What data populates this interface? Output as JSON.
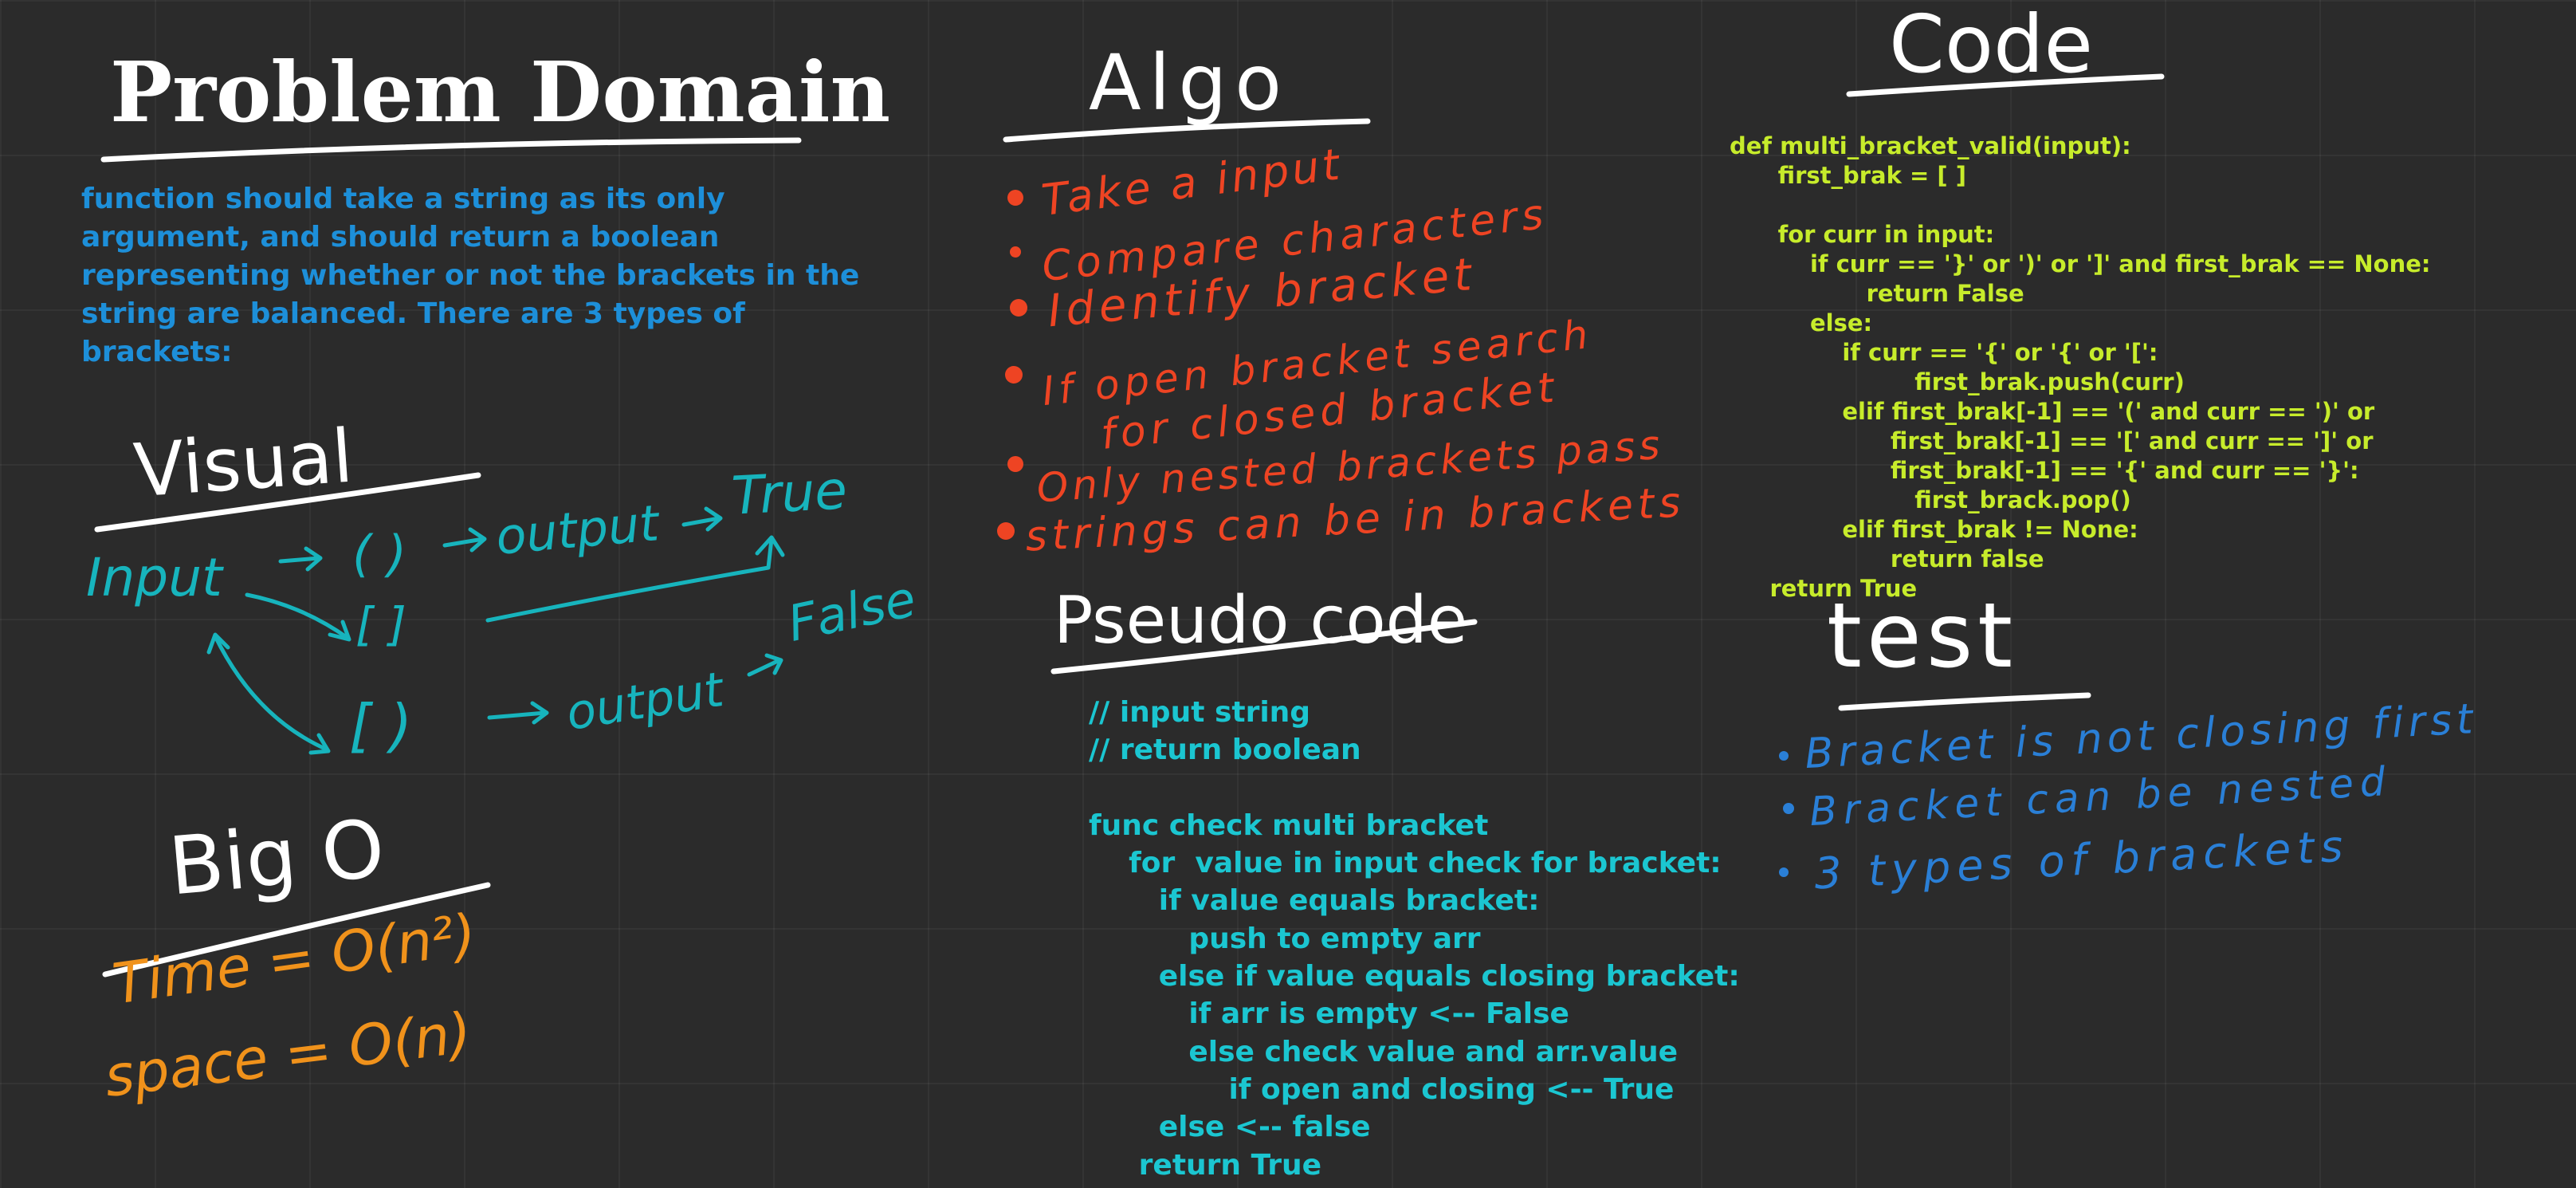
{
  "colors": {
    "background": "#2b2b2b",
    "title": "#ffffff",
    "problem_text": "#1d8fd9",
    "algo_ink": "#ee4423",
    "code_text": "#c7ec2b",
    "pseudo_text": "#1bc6d1",
    "visual_ink": "#17b4bd",
    "bigo_ink": "#f0921b",
    "test_ink": "#2a7fd6"
  },
  "sections": {
    "problem_domain": {
      "title": "Problem Domain",
      "description": "function should take a string as its only argument, and should return a boolean representing whether or not the brackets in the string are balanced. There are 3 types of brackets:"
    },
    "visual": {
      "title": "Visual",
      "input": "Input",
      "round_brackets": "( )",
      "square_brackets": "[ ]",
      "mismatched_brackets": "[ )",
      "output_true": "output",
      "true_label": "True",
      "output_false": "output",
      "false_label": "False"
    },
    "big_o": {
      "title": "Big O",
      "time": "Time = O(n²)",
      "space": "space = O(n)"
    },
    "algo": {
      "title": "Algo",
      "items": [
        "Take a input",
        "Compare characters",
        "Identify bracket",
        "If open bracket search",
        "for closed bracket",
        "Only nested brackets pass",
        "strings can be in brackets"
      ]
    },
    "pseudo_code": {
      "title": "Pseudo code",
      "lines": [
        "// input string",
        "// return boolean",
        "",
        "func check multi bracket",
        "    for  value in input check for bracket:",
        "       if value equals bracket:",
        "          push to empty arr",
        "       else if value equals closing bracket:",
        "          if arr is empty <-- False",
        "          else check value and arr.value",
        "              if open and closing <-- True",
        "       else <-- false",
        "     return True"
      ]
    },
    "code": {
      "title": "Code",
      "lines": [
        "def multi_bracket_valid(input):",
        "      first_brak = [ ]",
        "",
        "      for curr in input:",
        "          if curr == '}' or ')' or ']' and first_brak == None:",
        "                 return False",
        "          else:",
        "              if curr == '{' or '{' or '[':",
        "                       first_brak.push(curr)",
        "              elif first_brak[-1] == '(' and curr == ')' or",
        "                    first_brak[-1] == '[' and curr == ']' or",
        "                    first_brak[-1] == '{' and curr == '}':",
        "                       first_brack.pop()",
        "              elif first_brak != None:",
        "                    return false",
        "     return True"
      ]
    },
    "test": {
      "title": "test",
      "items": [
        "Bracket is not closing first",
        "Bracket can be nested",
        "3 types of brackets"
      ]
    }
  }
}
